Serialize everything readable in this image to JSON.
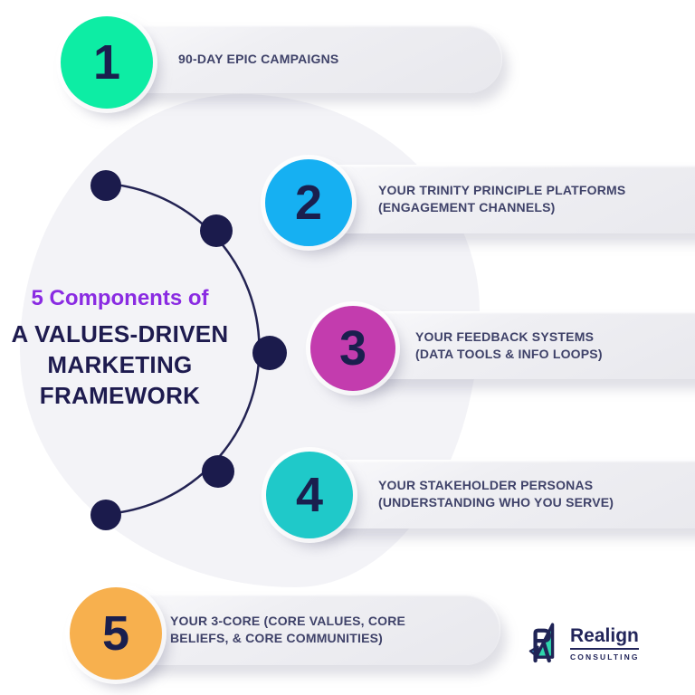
{
  "title": {
    "eyebrow": "5 Components of",
    "line1": "A VALUES-DRIVEN",
    "line2": "MARKETING",
    "line3": "FRAMEWORK"
  },
  "items": [
    {
      "number": "1",
      "color": "#0deda4",
      "line1": "90-DAY EPIC CAMPAIGNS",
      "line2": ""
    },
    {
      "number": "2",
      "color": "#16b0f2",
      "line1": "YOUR TRINITY PRINCIPLE PLATFORMS",
      "line2": "(ENGAGEMENT CHANNELS)"
    },
    {
      "number": "3",
      "color": "#c33cae",
      "line1": "YOUR FEEDBACK SYSTEMS",
      "line2": "(DATA TOOLS & INFO LOOPS)"
    },
    {
      "number": "4",
      "color": "#1fc9c9",
      "line1": "YOUR STAKEHOLDER PERSONAS",
      "line2": "(UNDERSTANDING WHO YOU SERVE)"
    },
    {
      "number": "5",
      "color": "#f7b04e",
      "line1": "YOUR 3-CORE (CORE VALUES, CORE",
      "line2": "BELIEFS, & CORE COMMUNITIES)"
    }
  ],
  "logo": {
    "name": "Realign",
    "subtitle": "CONSULTING"
  },
  "colors": {
    "accent_purple": "#8a2be2",
    "navy": "#1e1b4f",
    "label_text": "#3f4269",
    "pill_background": "#ededf1",
    "background_blob": "#f3f3f7",
    "logo_teal": "#2fd6ac",
    "logo_cyan": "#2fb7e9"
  }
}
